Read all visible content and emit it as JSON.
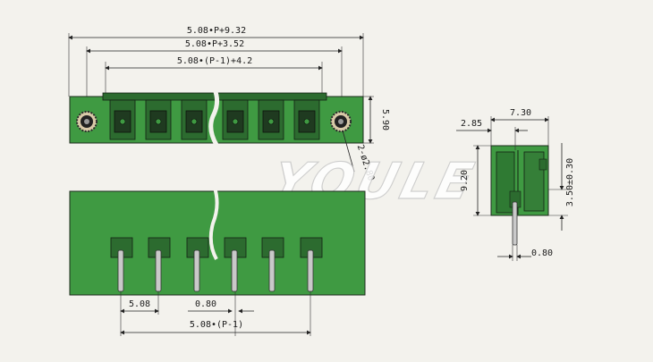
{
  "dimensions": {
    "total_width": "5.08•P+9.32",
    "mount_spacing": "5.08•P+3.52",
    "slot_span": "5.08•(P-1)+4.2",
    "height_top": "5.90",
    "screw_diameter": "2-ø2.80",
    "side_width": "7.30",
    "side_offset": "2.85",
    "side_height": "9.20",
    "pin_height": "3.50±0.30",
    "side_pin": "0.80",
    "pitch": "5.08",
    "pin_width": "0.80",
    "pin_span": "5.08•(P-1)"
  },
  "watermark": "YOULE",
  "colors": {
    "body": "#3f9a42",
    "body_dark": "#2c6b2f",
    "pin": "#c9c9c9",
    "background": "#f3f2ed"
  }
}
